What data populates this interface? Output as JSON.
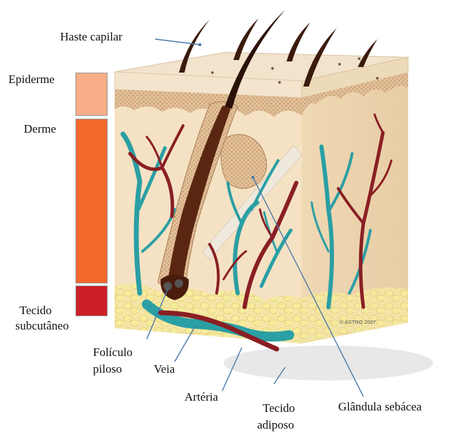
{
  "labels": {
    "hair_shaft": "Haste capilar",
    "epidermis": "Epiderme",
    "dermis": "Derme",
    "subcutaneous_line1": "Tecido",
    "subcutaneous_line2": "subcutâneo",
    "follicle_line1": "Folículo",
    "follicle_line2": "piloso",
    "vein": "Veia",
    "artery": "Artéria",
    "adipose_line1": "Tecido",
    "adipose_line2": "adiposo",
    "sebaceous_gland": "Glândula sebácea",
    "copyright": "© ASTRO 2007"
  },
  "layer_colors": {
    "epidermis": "#f7ad86",
    "dermis": "#f2672a",
    "subcutaneous": "#cc1f2a"
  },
  "illustration_colors": {
    "tissue": "#f5dfbc",
    "side": "#ecd3ad",
    "top": "#f1e1c8",
    "vein": "#2a9fa4",
    "artery": "#8a1f25",
    "hair": "#3b1a0e",
    "fat": "#f2e08e"
  }
}
